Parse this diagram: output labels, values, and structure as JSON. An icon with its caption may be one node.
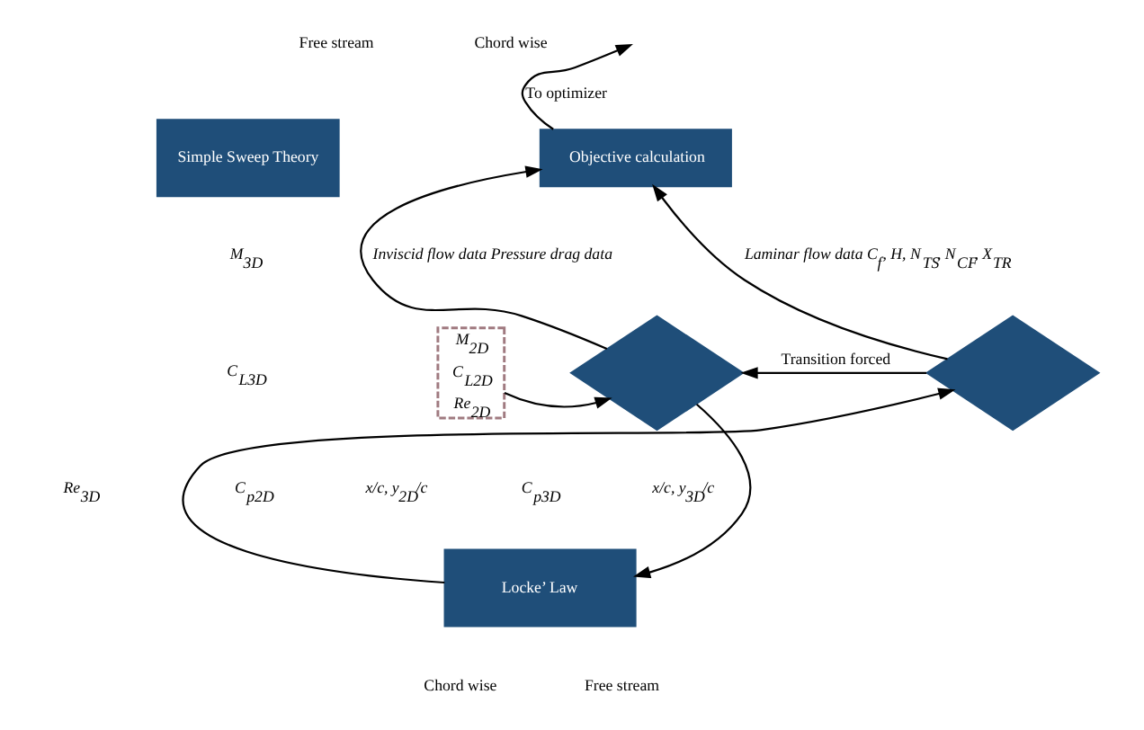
{
  "diagram": {
    "nodes": [
      {
        "text": [
          "Simple Sweep Theory"
        ]
      },
      {
        "text": [
          "M$_{2D}$",
          "C$_{L2D}$",
          "Re$_{2D}$"
        ]
      },
      {
        "text": [],
        "shape": "diamond"
      },
      {
        "text": [],
        "shape": "diamond"
      },
      {
        "text": [
          "Objective calculation"
        ]
      },
      {
        "text": [
          "Locke’ Law"
        ]
      }
    ],
    "edges": [
      {
        "from": 1,
        "to": 2,
        "arrow": "to"
      },
      {
        "from": 2,
        "to": 4,
        "arrow": "to",
        "label": "Inviscid flow data Pressure drag data"
      },
      {
        "from": 3,
        "to": 4,
        "arrow": "to",
        "label": "Laminar flow data C$_{f}$, H, N$_{TS}$, N$_{CF}$, X$_{TR}$"
      },
      {
        "from": 3,
        "to": 2,
        "arrow": "to",
        "label": "Transition forced"
      },
      {
        "from": 2,
        "to": 5,
        "arrow": "to"
      },
      {
        "from": 5,
        "to": 3,
        "arrow": "to"
      },
      {
        "from": 4,
        "to": null,
        "arrow": "to",
        "label": "To optimizer"
      }
    ],
    "labels": [
      "Free stream",
      "Chord wise",
      "M$_{3D}$",
      "C$_{L3D}$",
      "Re$_{3D}$",
      "C$_{p2D}$",
      "x/c, y$_{2D}$/c",
      "C$_{p3D}$",
      "x/c, y$_{3D}$/c",
      "Chord wise",
      "Free stream"
    ]
  }
}
